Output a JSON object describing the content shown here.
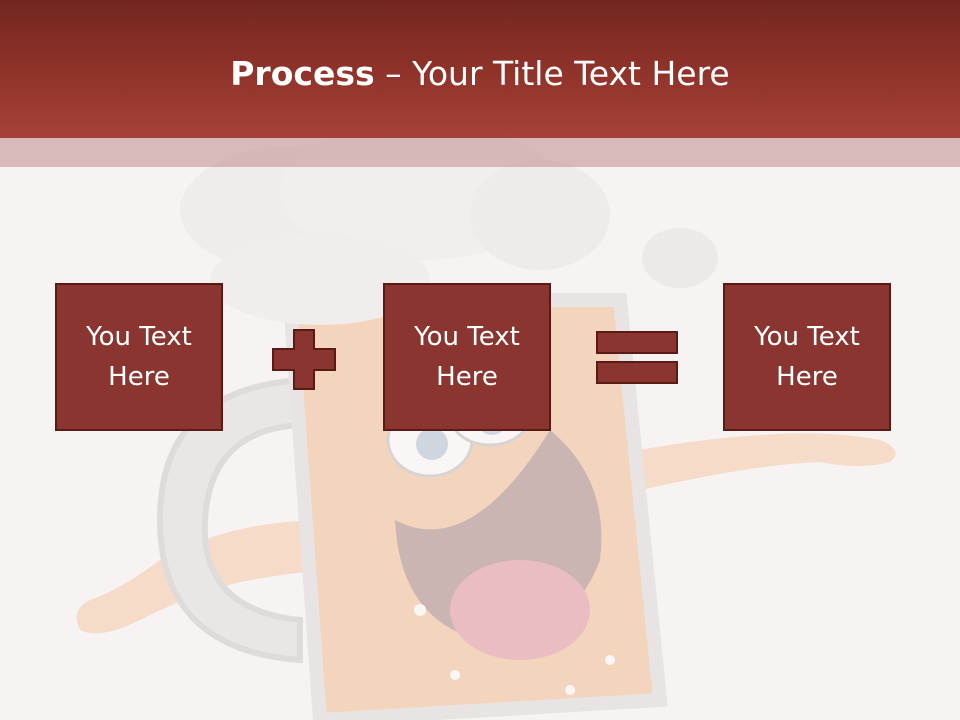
{
  "slide": {
    "title_bold": "Process",
    "title_rest": " – Your Title Text Here"
  },
  "boxes": [
    {
      "label": "You Text Here"
    },
    {
      "label": "You Text Here"
    },
    {
      "label": "You Text Here"
    }
  ],
  "operators": [
    "plus-icon",
    "equals-icon"
  ],
  "colors": {
    "title_bar": "#8c3128",
    "box_fill": "#8b3530",
    "box_border": "#5a1a16",
    "background": "#f7f3f2"
  }
}
